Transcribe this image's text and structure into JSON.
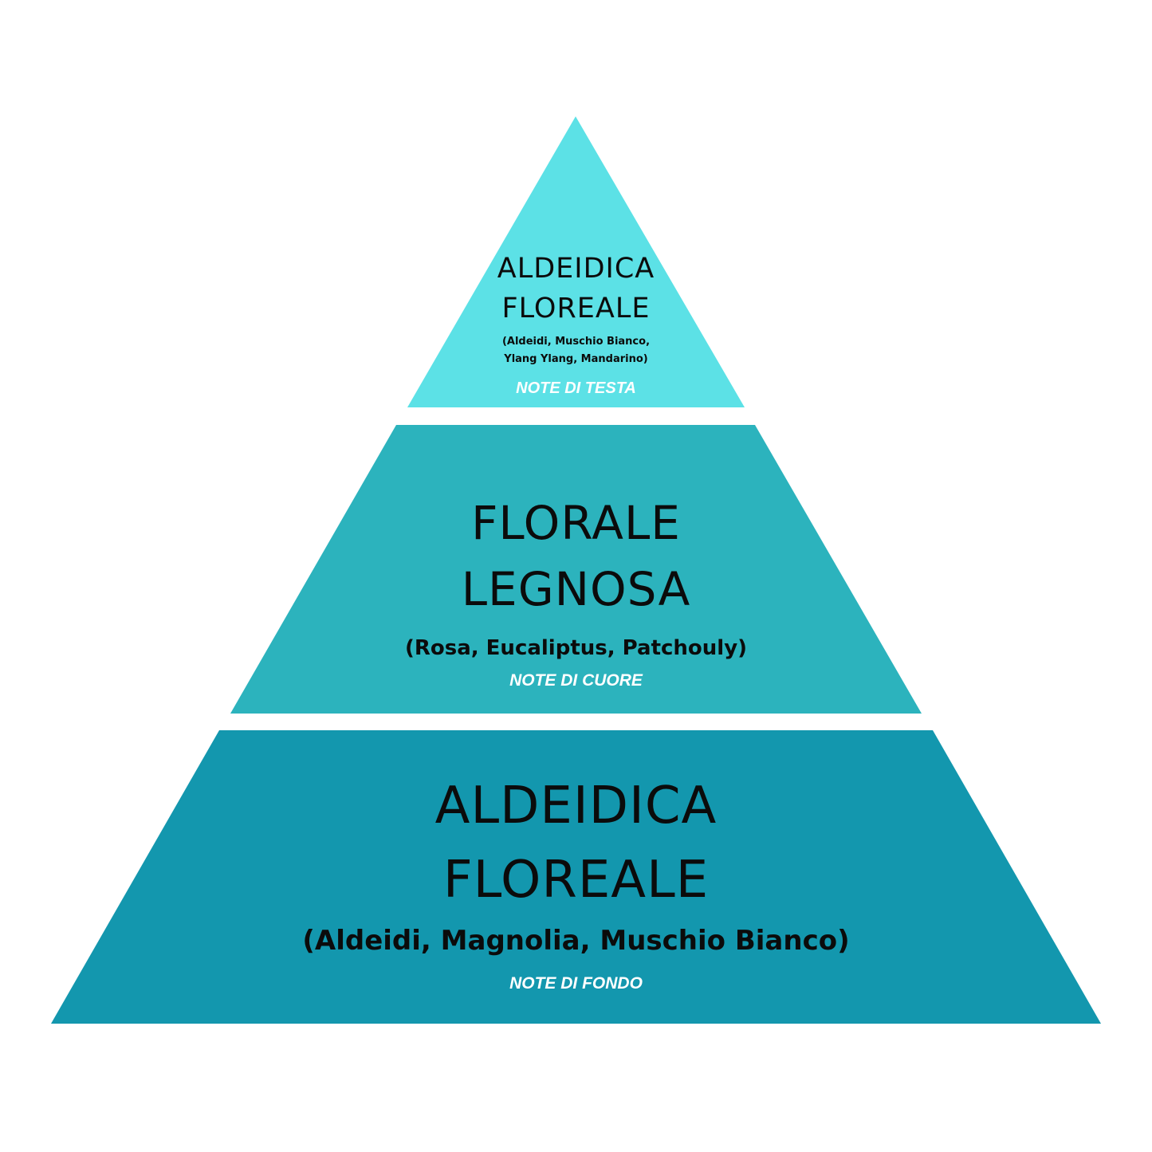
{
  "colors": {
    "background": "#ffffff",
    "tier_top": "#5ce1e6",
    "tier_middle": "#2cb3bd",
    "tier_bottom": "#1397ae",
    "text_dark": "#0b0b0b",
    "note_label": "#ffffff"
  },
  "pyramid": {
    "tiers": [
      {
        "id": "top",
        "title_lines": [
          "ALDEIDICA",
          "FLOREALE"
        ],
        "ingredients_lines": [
          "(Aldeidi, Muschio Bianco,",
          "Ylang Ylang, Mandarino)"
        ],
        "note_label": "NOTE DI TESTA"
      },
      {
        "id": "middle",
        "title_lines": [
          "FLORALE",
          "LEGNOSA"
        ],
        "ingredients_lines": [
          "(Rosa, Eucaliptus, Patchouly)"
        ],
        "note_label": "NOTE DI CUORE"
      },
      {
        "id": "bottom",
        "title_lines": [
          "ALDEIDICA",
          "FLOREALE"
        ],
        "ingredients_lines": [
          "(Aldeidi, Magnolia, Muschio Bianco)"
        ],
        "note_label": "NOTE DI FONDO"
      }
    ]
  }
}
